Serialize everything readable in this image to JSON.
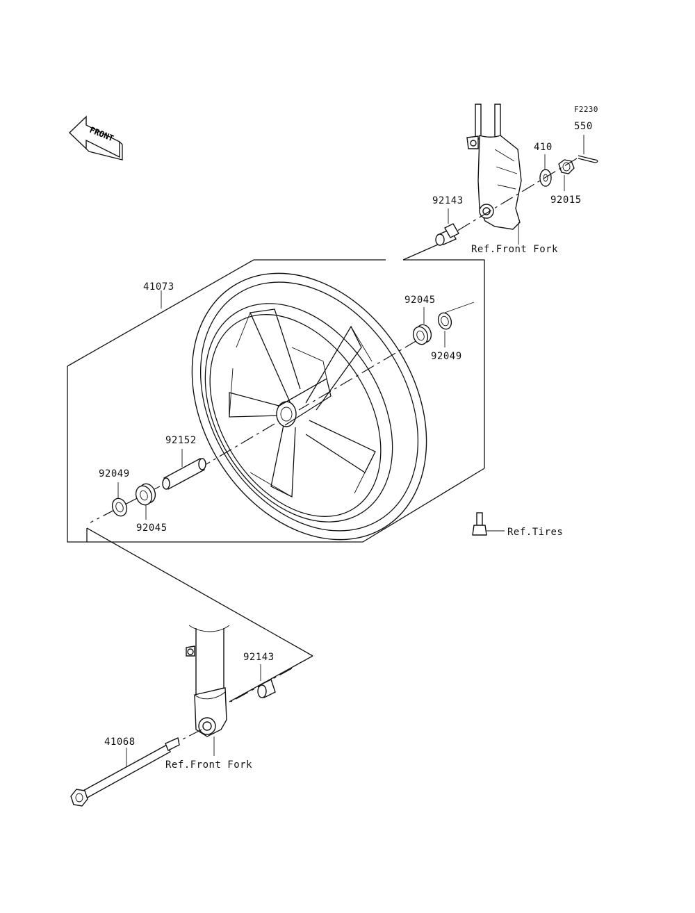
{
  "figure_code": "F2230",
  "front_arrow_label": "FRONT",
  "refs": {
    "front_fork_top": "Ref.Front Fork",
    "front_fork_bottom": "Ref.Front Fork",
    "tires": "Ref.Tires"
  },
  "parts": {
    "p550": "550",
    "p410": "410",
    "p92015": "92015",
    "p92143_top": "92143",
    "p41073": "41073",
    "p92045_right": "92045",
    "p92049_right": "92049",
    "p92152": "92152",
    "p92049_left": "92049",
    "p92045_left": "92045",
    "p92143_bottom": "92143",
    "p41068": "41068"
  }
}
